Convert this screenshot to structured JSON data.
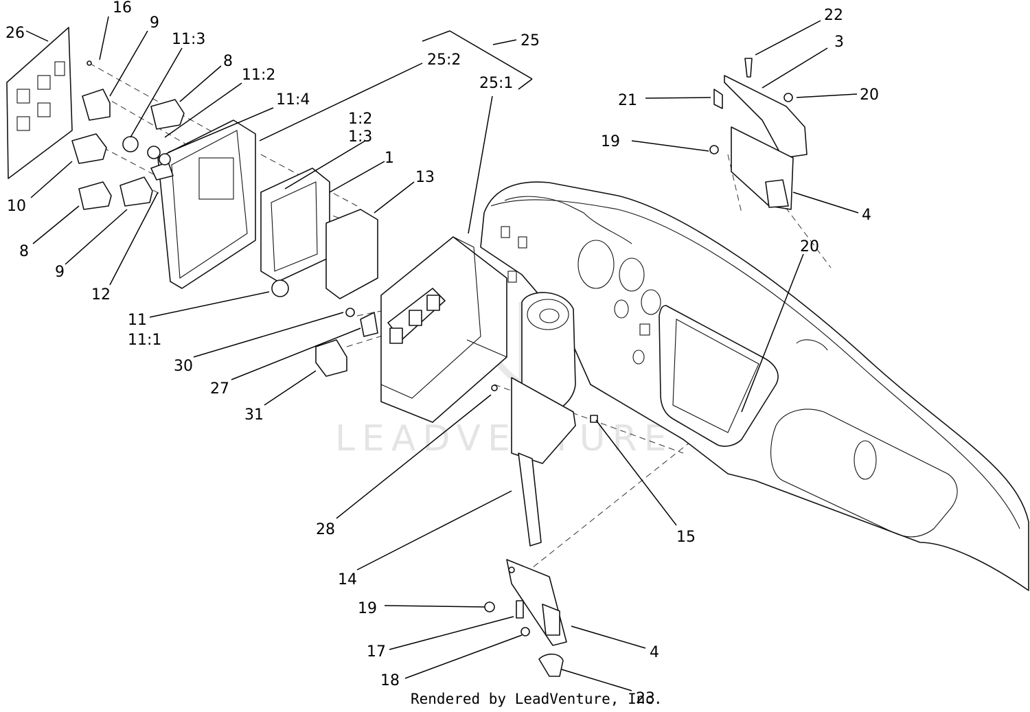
{
  "watermark": {
    "text": "LEADVENTURE"
  },
  "credit": "Rendered by LeadVenture, Inc.",
  "callouts": [
    {
      "id": "26",
      "label": "26"
    },
    {
      "id": "16",
      "label": "16"
    },
    {
      "id": "9-top",
      "label": "9"
    },
    {
      "id": "11-3",
      "label": "11:3"
    },
    {
      "id": "8-top",
      "label": "8"
    },
    {
      "id": "11-2",
      "label": "11:2"
    },
    {
      "id": "11-4",
      "label": "11:4"
    },
    {
      "id": "25",
      "label": "25"
    },
    {
      "id": "25-2",
      "label": "25:2"
    },
    {
      "id": "25-1",
      "label": "25:1"
    },
    {
      "id": "1-2",
      "label": "1:2"
    },
    {
      "id": "1-3",
      "label": "1:3"
    },
    {
      "id": "1",
      "label": "1"
    },
    {
      "id": "13",
      "label": "13"
    },
    {
      "id": "10",
      "label": "10"
    },
    {
      "id": "8-low",
      "label": "8"
    },
    {
      "id": "9-low",
      "label": "9"
    },
    {
      "id": "12",
      "label": "12"
    },
    {
      "id": "11",
      "label": "11"
    },
    {
      "id": "11-1",
      "label": "11:1"
    },
    {
      "id": "30",
      "label": "30"
    },
    {
      "id": "27",
      "label": "27"
    },
    {
      "id": "31",
      "label": "31"
    },
    {
      "id": "22",
      "label": "22"
    },
    {
      "id": "3",
      "label": "3"
    },
    {
      "id": "21",
      "label": "21"
    },
    {
      "id": "20-top",
      "label": "20"
    },
    {
      "id": "19-top",
      "label": "19"
    },
    {
      "id": "4-top",
      "label": "4"
    },
    {
      "id": "20-mid",
      "label": "20"
    },
    {
      "id": "28",
      "label": "28"
    },
    {
      "id": "15",
      "label": "15"
    },
    {
      "id": "14",
      "label": "14"
    },
    {
      "id": "19-low",
      "label": "19"
    },
    {
      "id": "17",
      "label": "17"
    },
    {
      "id": "18",
      "label": "18"
    },
    {
      "id": "4-low",
      "label": "4"
    },
    {
      "id": "23",
      "label": "23"
    }
  ]
}
